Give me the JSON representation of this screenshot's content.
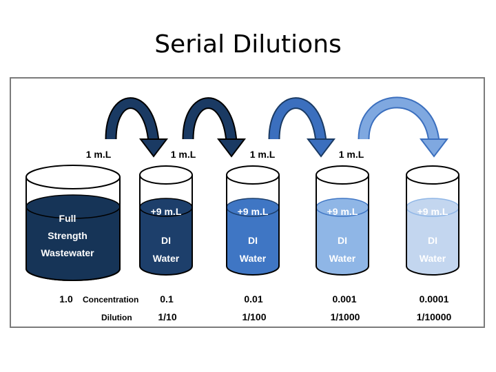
{
  "title": "Serial Dilutions",
  "colors": {
    "navy": "#163457",
    "dark_blue": "#1d3f6b",
    "medium_blue": "#3f76c4",
    "light_blue": "#8fb6e6",
    "pale_blue": "#c3d6ef",
    "arrow_dark": "#1a3a63",
    "arrow_medium": "#3b6fbe",
    "arrow_light": "#7fa8e0"
  },
  "transfer_labels": [
    "1 m.L",
    "1 m.L",
    "1 m.L",
    "1 m.L"
  ],
  "beakers": [
    {
      "lines": [
        "Full",
        "Strength",
        "Wastewater"
      ],
      "liquid_color": "#163457",
      "text_color": "#ffffff"
    },
    {
      "lines": [
        "+9 m.L",
        "DI",
        "Water"
      ],
      "liquid_color": "#1d3f6b",
      "text_color": "#ffffff"
    },
    {
      "lines": [
        "+9 m.L",
        "DI",
        "Water"
      ],
      "liquid_color": "#3f76c4",
      "text_color": "#ffffff"
    },
    {
      "lines": [
        "+9 m.L",
        "DI",
        "Water"
      ],
      "liquid_color": "#8fb6e6",
      "text_color": "#ffffff"
    },
    {
      "lines": [
        "+9 m.L",
        "DI",
        "Water"
      ],
      "liquid_color": "#c3d6ef",
      "text_color": "#ffffff"
    }
  ],
  "concentration_label": "Concentration",
  "dilution_label": "Dilution",
  "concentrations": [
    "1.0",
    "0.1",
    "0.01",
    "0.001",
    "0.0001"
  ],
  "dilutions": [
    "1/10",
    "1/100",
    "1/1000",
    "1/10000"
  ]
}
